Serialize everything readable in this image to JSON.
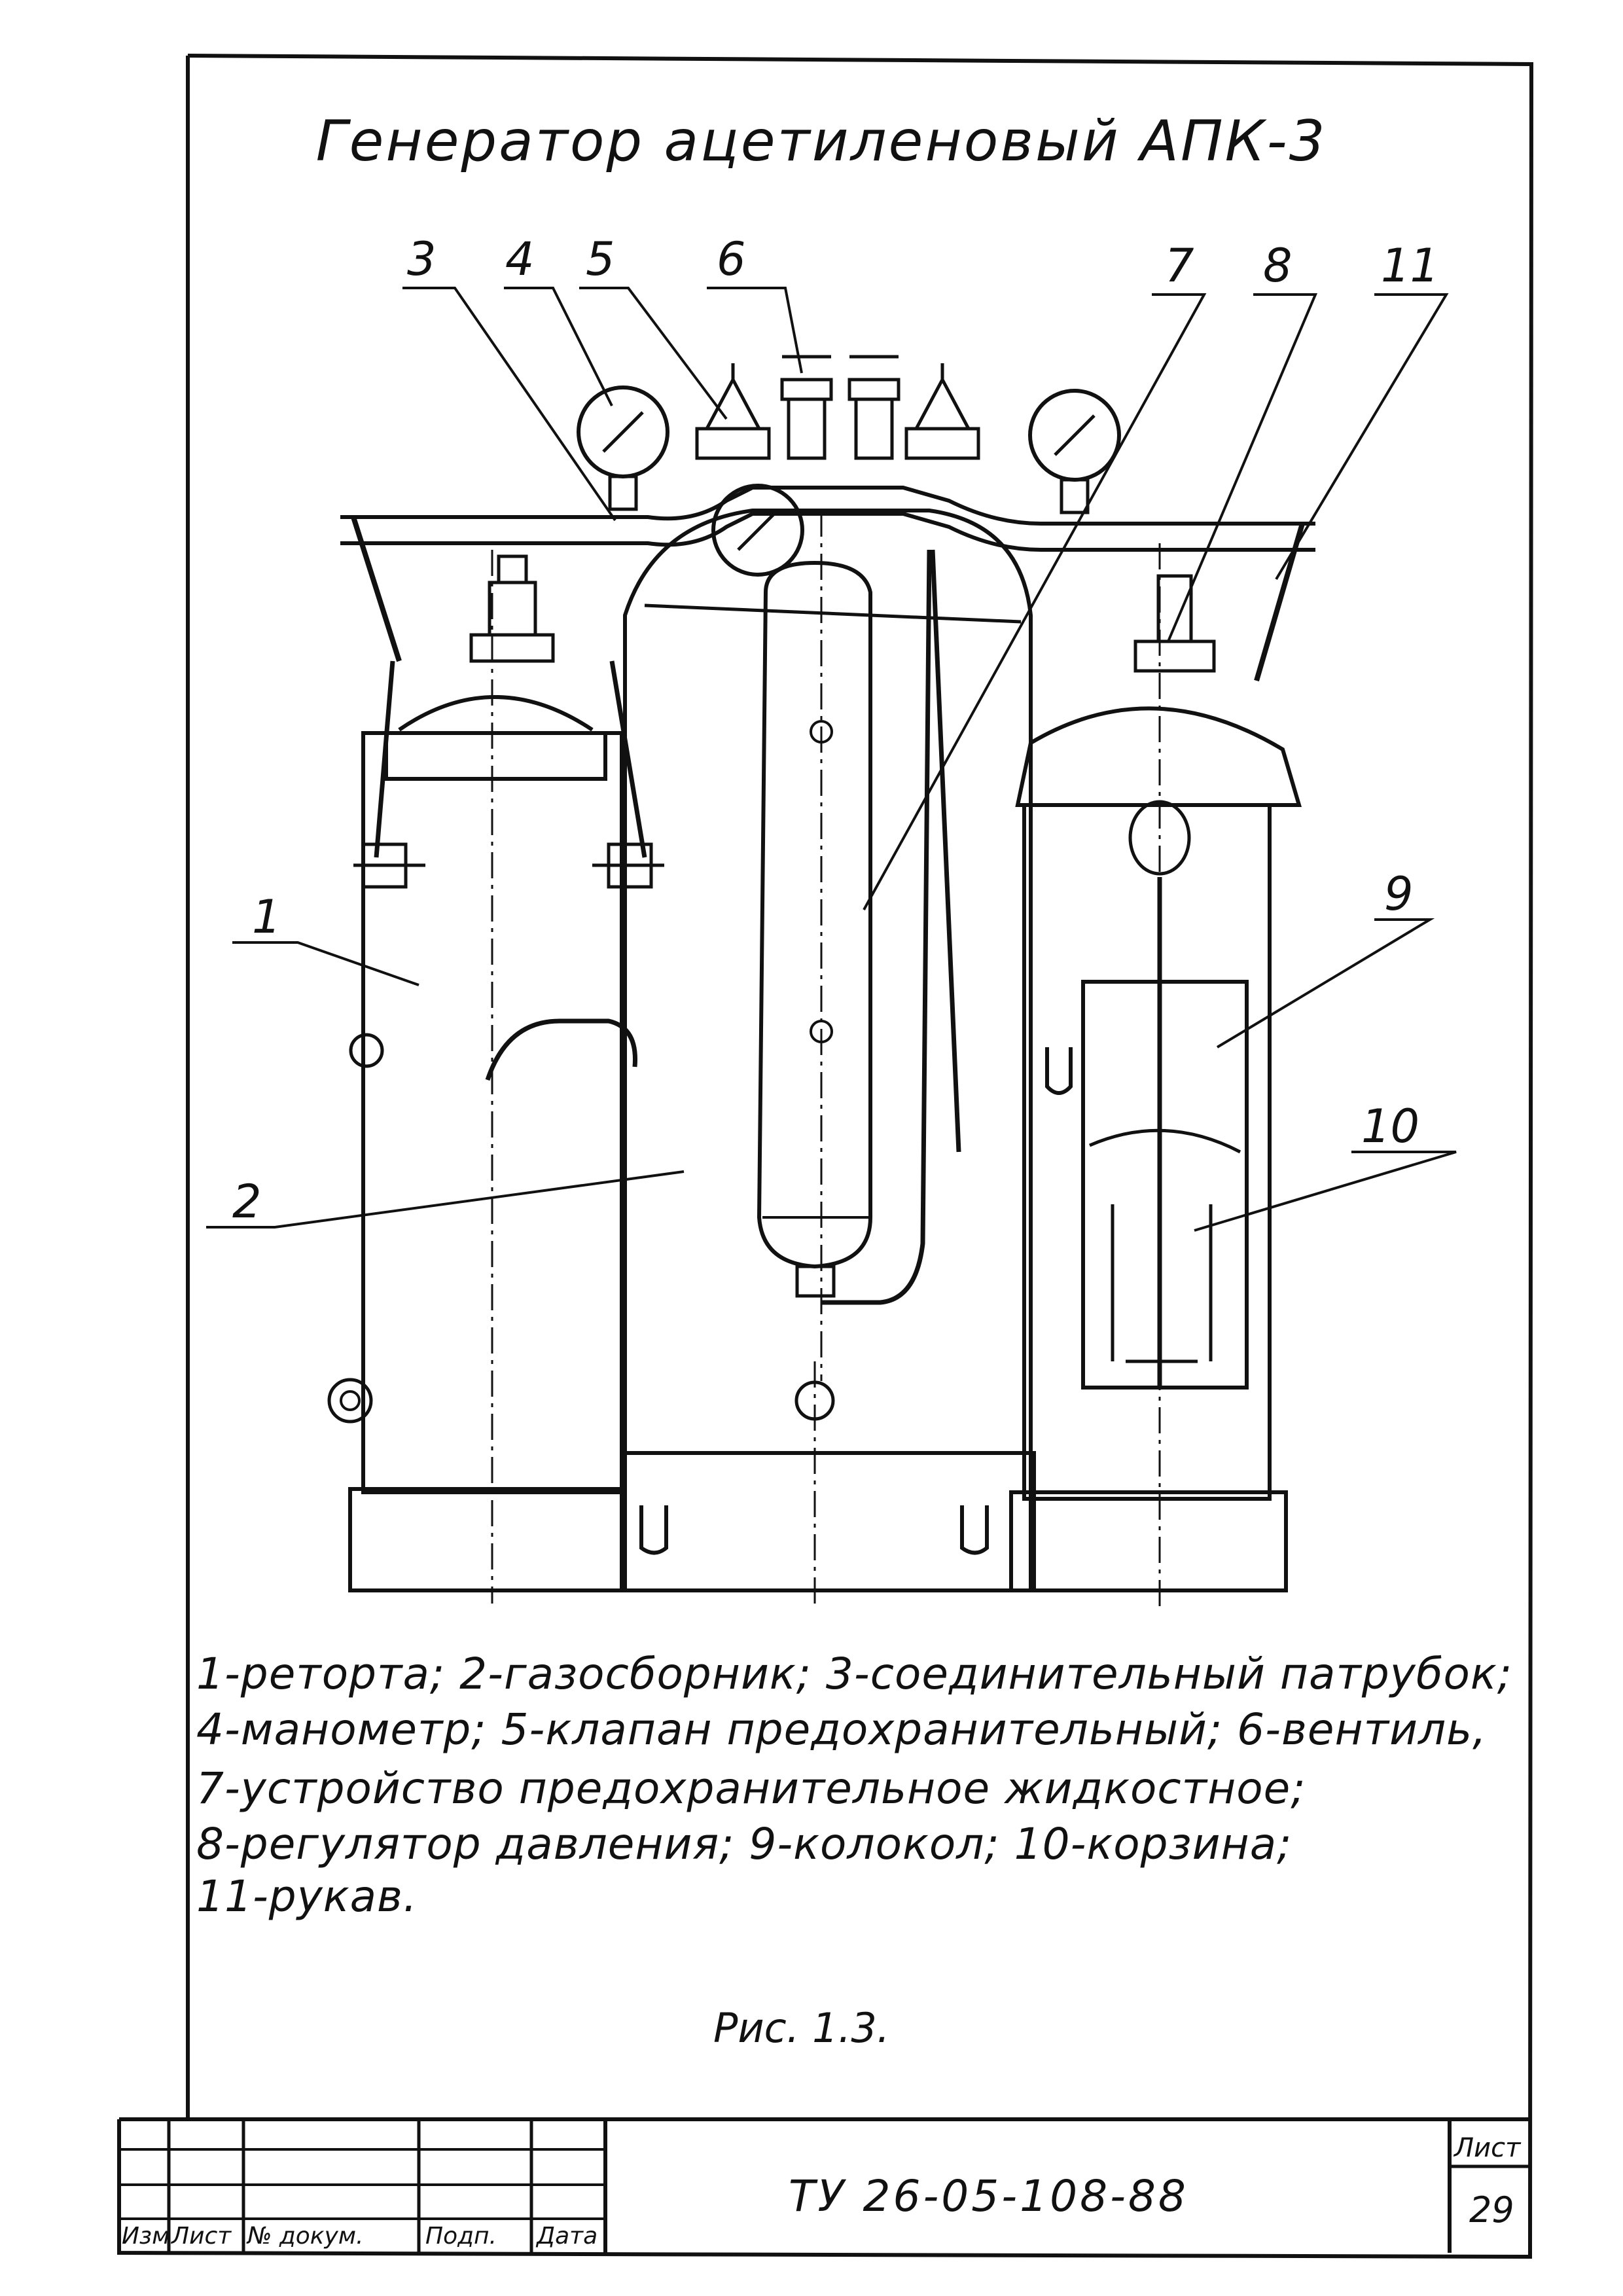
{
  "title": "Генератор ацетиленовый АПК-3",
  "callouts": {
    "c1": "1",
    "c2": "2",
    "c3": "3",
    "c4": "4",
    "c5": "5",
    "c6": "6",
    "c7": "7",
    "c8": "8",
    "c9": "9",
    "c10": "10",
    "c11": "11"
  },
  "legend": {
    "line1": "1-реторта; 2-газосборник; 3-соединительный патрубок;",
    "line2": "4-манометр; 5-клапан предохранительный; 6-вентиль,",
    "line3": "7-устройство предохранительное жидкостное;",
    "line4": "8-регулятор давления; 9-колокол; 10-корзина;",
    "line5": "11-рукав."
  },
  "caption": "Рис. 1.3.",
  "title_block": {
    "headers": [
      "Изм",
      "Лист",
      "№ докум.",
      "Подп.",
      "Дата"
    ],
    "document_code": "ТУ 26-05-108-88",
    "sheet_label": "Лист",
    "sheet_number": "29"
  }
}
